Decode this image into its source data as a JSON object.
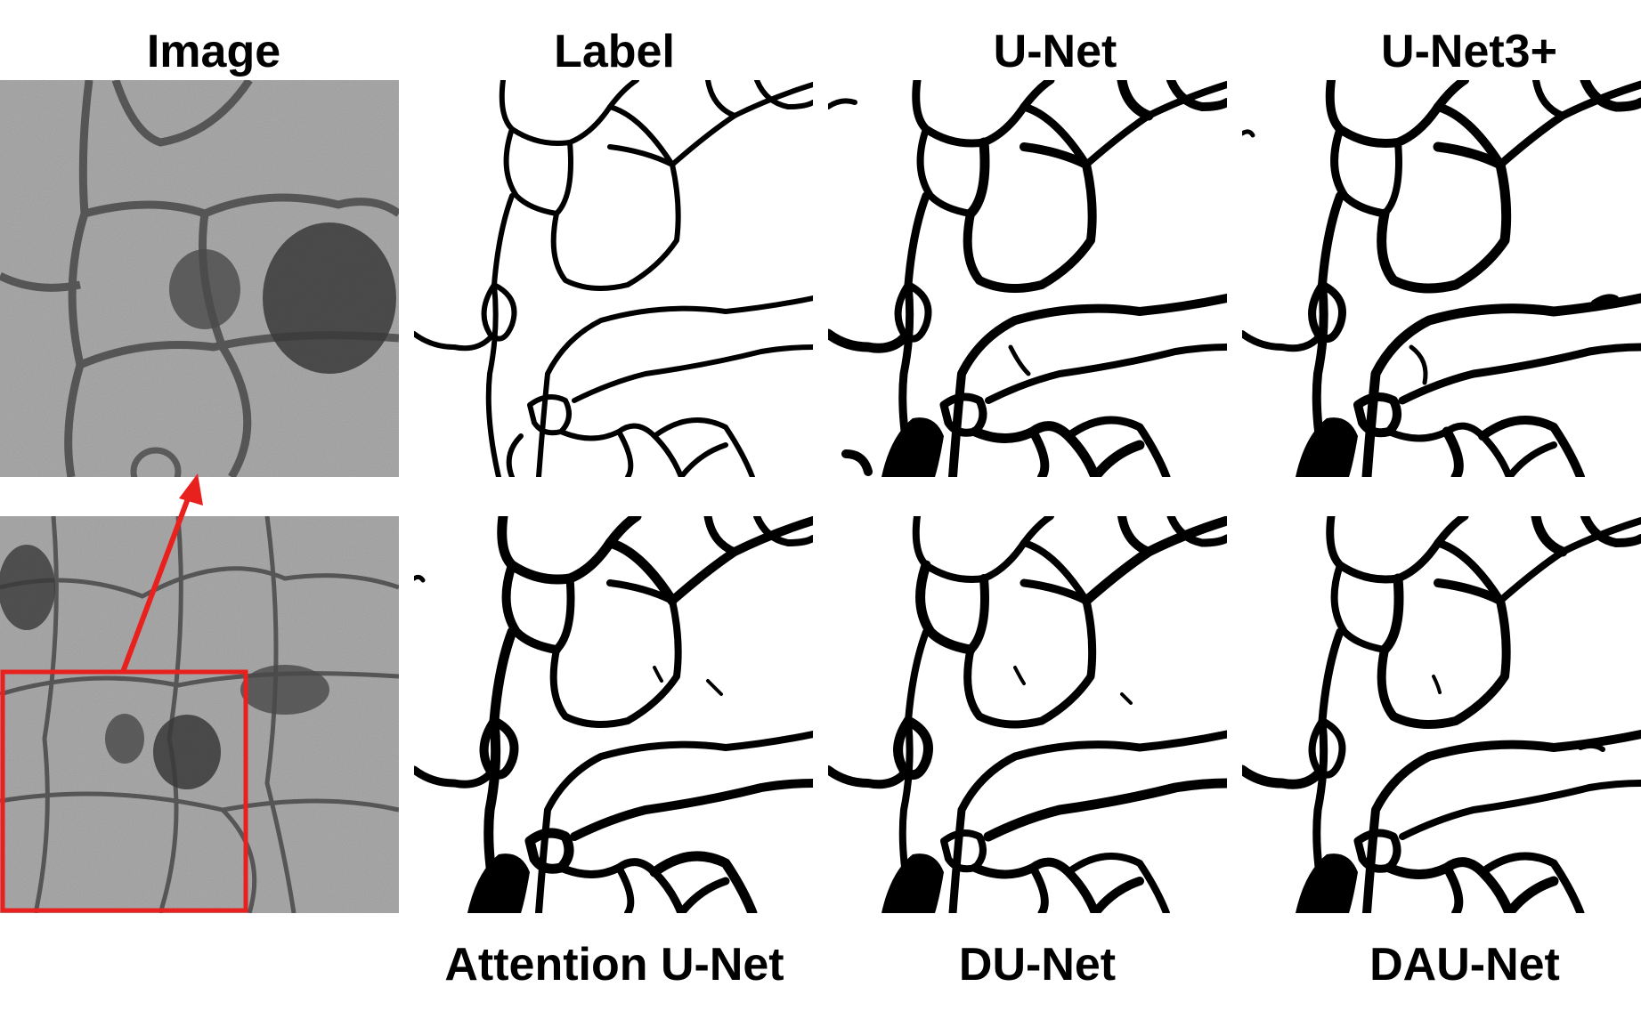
{
  "figure": {
    "columns": {
      "image": "Image",
      "label": "Label",
      "unet": "U-Net",
      "unet3plus": "U-Net3+"
    },
    "bottom_labels": {
      "attention_unet": "Attention U-Net",
      "du_net": "DU-Net",
      "dau_net": "DAU-Net"
    },
    "colors": {
      "boundary": "#000000",
      "background": "#ffffff",
      "highlight": "#e8211f",
      "em_gray": "#8c8c8c"
    }
  }
}
